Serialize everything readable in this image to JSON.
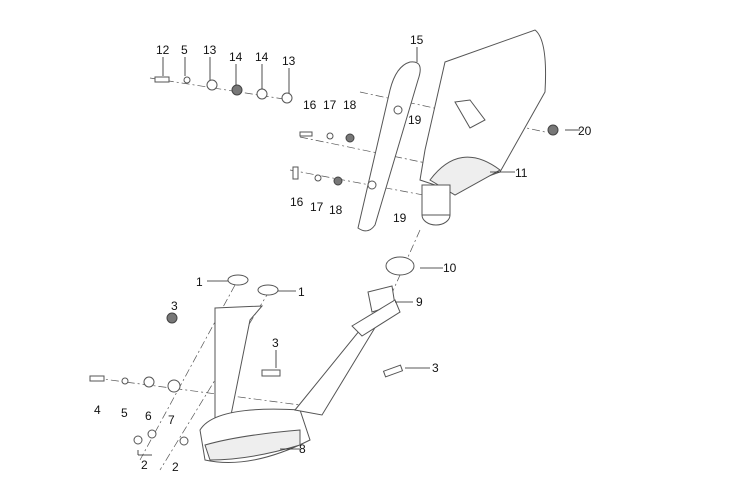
{
  "labels": [
    "12",
    "5",
    "13",
    "14",
    "14",
    "13",
    "15",
    "16",
    "17",
    "18",
    "19",
    "20",
    "11",
    "16",
    "17",
    "18",
    "19",
    "10",
    "1",
    "1",
    "9",
    "3",
    "3",
    "3",
    "4",
    "5",
    "6",
    "7",
    "8",
    "2",
    "2"
  ]
}
